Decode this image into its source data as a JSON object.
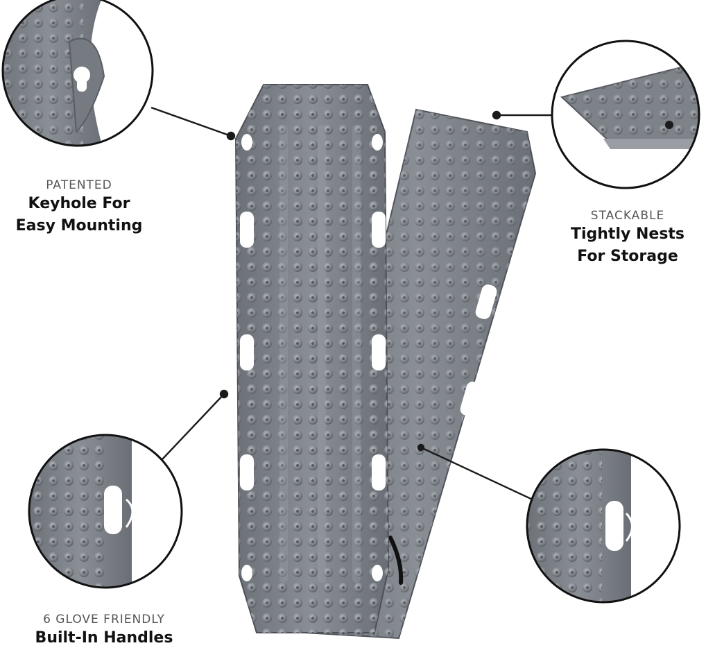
{
  "callouts": {
    "keyhole": {
      "kicker": "PATENTED",
      "line1": "Keyhole For",
      "line2": "Easy Mounting"
    },
    "stackable": {
      "kicker": "STACKABLE",
      "line1": "Tightly Nests",
      "line2": "For Storage"
    },
    "handles": {
      "kicker": "6 GLOVE FRIENDLY",
      "line1": "Built-In Handles"
    }
  },
  "colors": {
    "board": "#7b7f86",
    "board_dark": "#5d6168",
    "board_light": "#a3a7ad",
    "stud": "#8d9197",
    "outline": "#1a1a1a"
  },
  "icons": [
    "recovery-board-front",
    "recovery-board-back",
    "zoom-circle-keyhole",
    "zoom-circle-stacked",
    "zoom-circle-handle-left",
    "zoom-circle-handle-right"
  ]
}
